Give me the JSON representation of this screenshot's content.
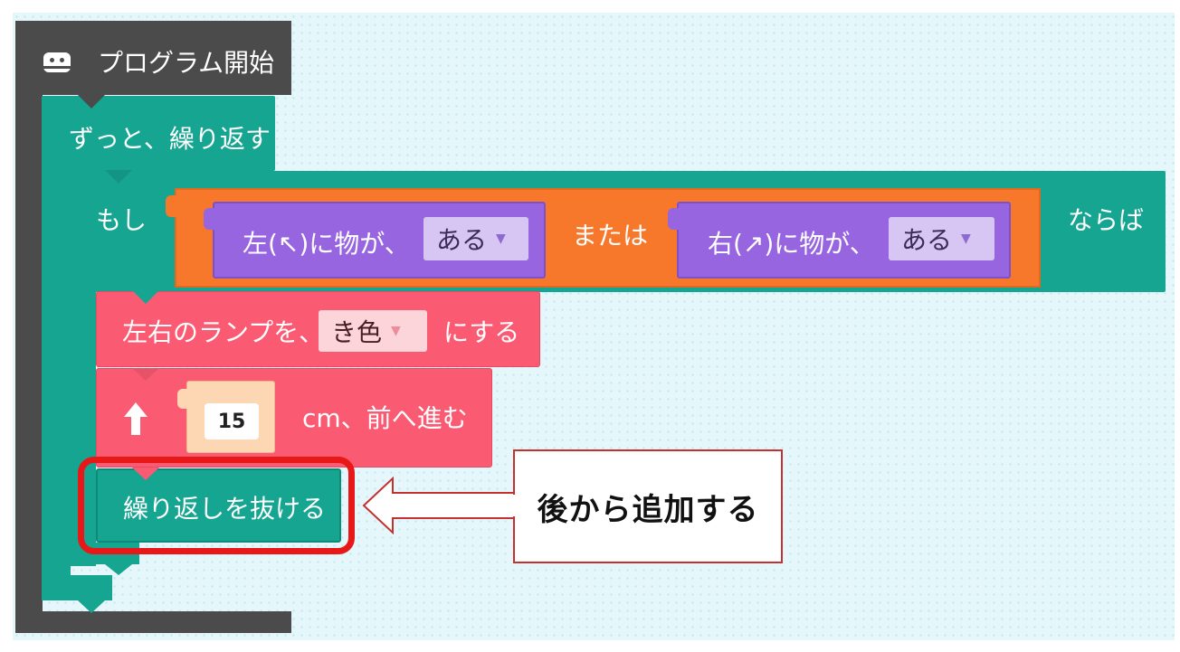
{
  "program_start": {
    "label": "プログラム開始",
    "icon": "robot-icon"
  },
  "forever_block": {
    "label": "ずっと、繰り返す"
  },
  "if_block": {
    "if_label": "もし",
    "then_label": "ならば",
    "or_label": "または",
    "left_sensor": {
      "label": "左(↖)に物が、",
      "value": "ある"
    },
    "right_sensor": {
      "label": "右(↗)に物が、",
      "value": "ある"
    }
  },
  "lamp_block": {
    "prefix": "左右のランプを、",
    "value": "き色",
    "suffix": "にする"
  },
  "move_block": {
    "icon": "arrow-up-icon",
    "value": "15",
    "suffix": "cm、前へ進む"
  },
  "break_block": {
    "label": "繰り返しを抜ける"
  },
  "annotation": {
    "text": "後から追加する"
  },
  "colors": {
    "program_start": "#4b4b4b",
    "control": "#16a591",
    "logic": "#f7782b",
    "sensor": "#9865e0",
    "action": "#fa5a72",
    "number": "#fdd7b4",
    "highlight": "#e81818"
  }
}
